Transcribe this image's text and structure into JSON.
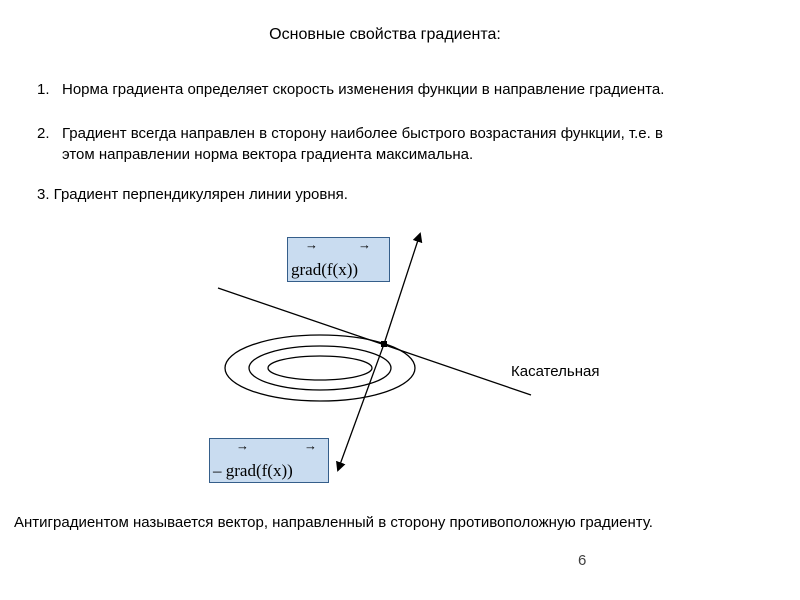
{
  "title": "Основные свойства градиента:",
  "list": [
    {
      "num": "1.",
      "text": "Норма градиента определяет скорость изменения функции в направление градиента."
    },
    {
      "num": "2.",
      "text_line1": "Градиент всегда направлен в сторону наиболее быстрого возрастания функции, т.е. в",
      "text_line2": "этом направлении норма вектора градиента максимальна."
    }
  ],
  "item3": "3. Градиент перпендикулярен линии уровня.",
  "formula_grad": {
    "expr": "grad(f(x))",
    "arrow": "→"
  },
  "formula_antigrad": {
    "expr": "– grad(f(x))",
    "arrow": "→"
  },
  "tangent_label": "Касательная",
  "anti_note": "Антиградиентом называется вектор, направленный в сторону противоположную градиенту.",
  "page_number": "6",
  "colors": {
    "formula_fill": "#c9dcf0",
    "formula_border": "#355e8a",
    "ink": "#000000"
  }
}
